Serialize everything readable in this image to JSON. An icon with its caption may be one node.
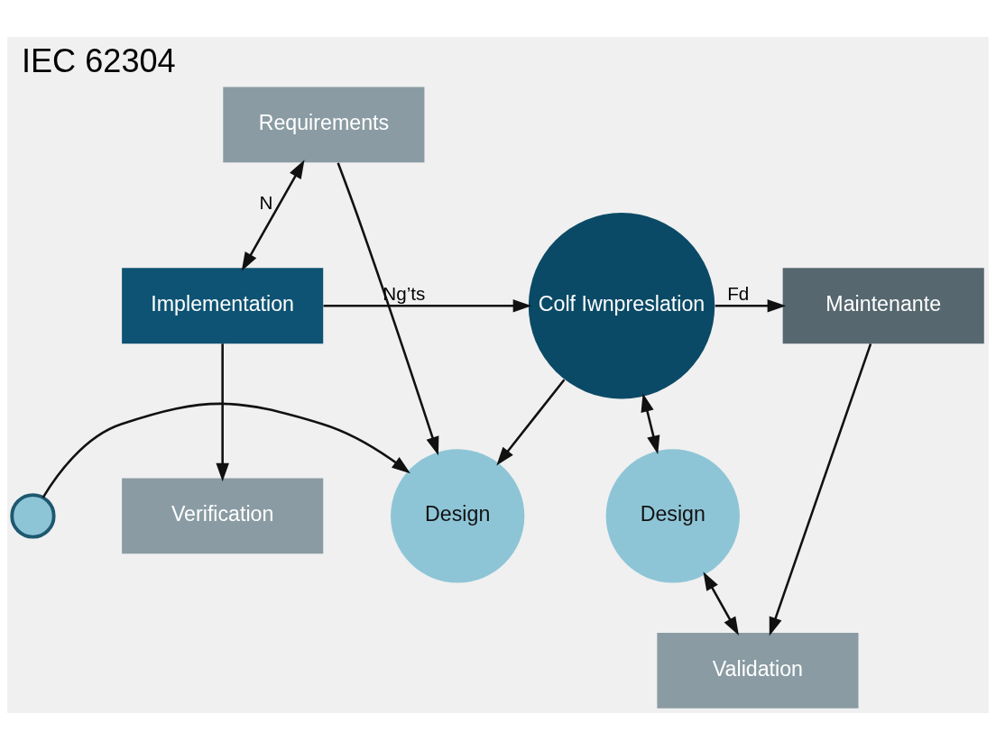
{
  "diagram": {
    "title": "IEC 62304",
    "nodes": [
      {
        "text": [
          "Design"
        ]
      },
      {
        "text": [
          "Requirements"
        ]
      },
      {
        "text": [
          "Implementation"
        ]
      },
      {
        "text": [
          "Verification"
        ]
      },
      {
        "text": [
          "Colf Iwnpreslation"
        ]
      },
      {
        "text": [
          "Maintenante"
        ]
      },
      {
        "text": [
          "Design"
        ]
      },
      {
        "text": [
          "Validation"
        ]
      },
      {
        "text": [],
        "shape": "circle"
      }
    ],
    "edges": [
      {
        "from": 1,
        "to": 0,
        "arrow": "to"
      },
      {
        "from": 8,
        "to": 0,
        "arrow": "to"
      },
      {
        "from": 4,
        "to": 0,
        "arrow": "to"
      },
      {
        "from": 1,
        "to": 2,
        "arrow": "both",
        "label": "N"
      },
      {
        "from": 2,
        "to": 3,
        "arrow": "to"
      },
      {
        "from": 2,
        "to": 4,
        "arrow": "to",
        "label": "Ng’ts"
      },
      {
        "from": 4,
        "to": 5,
        "arrow": "to",
        "label": "Fd"
      },
      {
        "from": 4,
        "to": 6,
        "arrow": "both"
      },
      {
        "from": 5,
        "to": 7,
        "arrow": "to"
      },
      {
        "from": 6,
        "to": 7,
        "arrow": "both"
      }
    ]
  }
}
